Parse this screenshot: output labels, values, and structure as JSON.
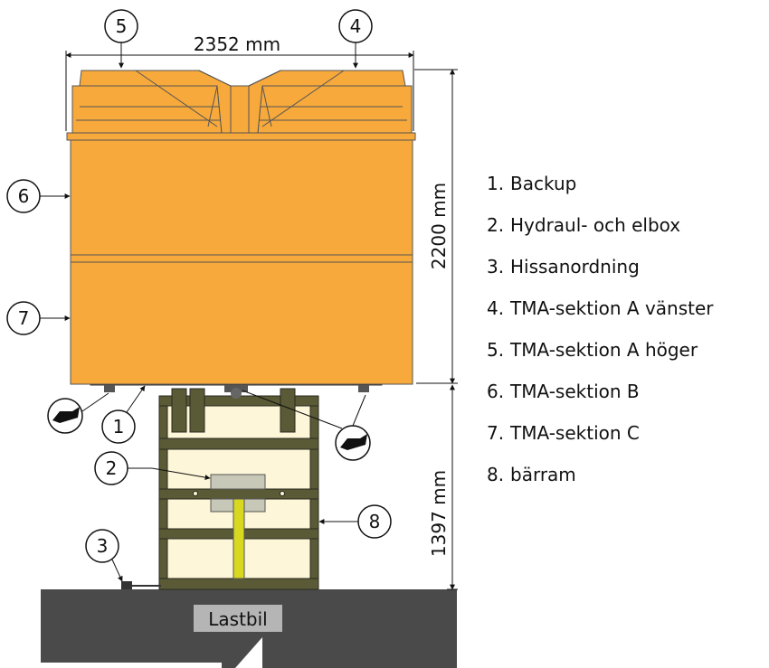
{
  "dimensions": {
    "width_label": "2352 mm",
    "height_label": "2200 mm",
    "frame_height_label": "1397 mm"
  },
  "callouts": {
    "c1": "1",
    "c2": "2",
    "c3": "3",
    "c4": "4",
    "c5": "5",
    "c6": "6",
    "c7": "7",
    "c8": "8"
  },
  "truck_label": "Lastbil",
  "legend": [
    {
      "num": "1.",
      "text": "Backup"
    },
    {
      "num": "2.",
      "text": "Hydraul- och elbox"
    },
    {
      "num": "3.",
      "text": "Hissanordning"
    },
    {
      "num": "4.",
      "text": "TMA-sektion A vänster"
    },
    {
      "num": "5.",
      "text": "TMA-sektion A höger"
    },
    {
      "num": "6.",
      "text": "TMA-sektion B"
    },
    {
      "num": "7.",
      "text": "TMA-sektion C"
    },
    {
      "num": "8.",
      "text": "bärram"
    }
  ],
  "colors": {
    "section_orange": "#f7a93b",
    "outline": "#3a3a3a",
    "frame_olive": "#5a5a36",
    "frame_fill": "#fdf6d8",
    "truck_gray": "#4a4a4a",
    "base_plate": "#555555",
    "cylinder_yellow": "#d8d820",
    "box_gray": "#c8c8b8"
  }
}
